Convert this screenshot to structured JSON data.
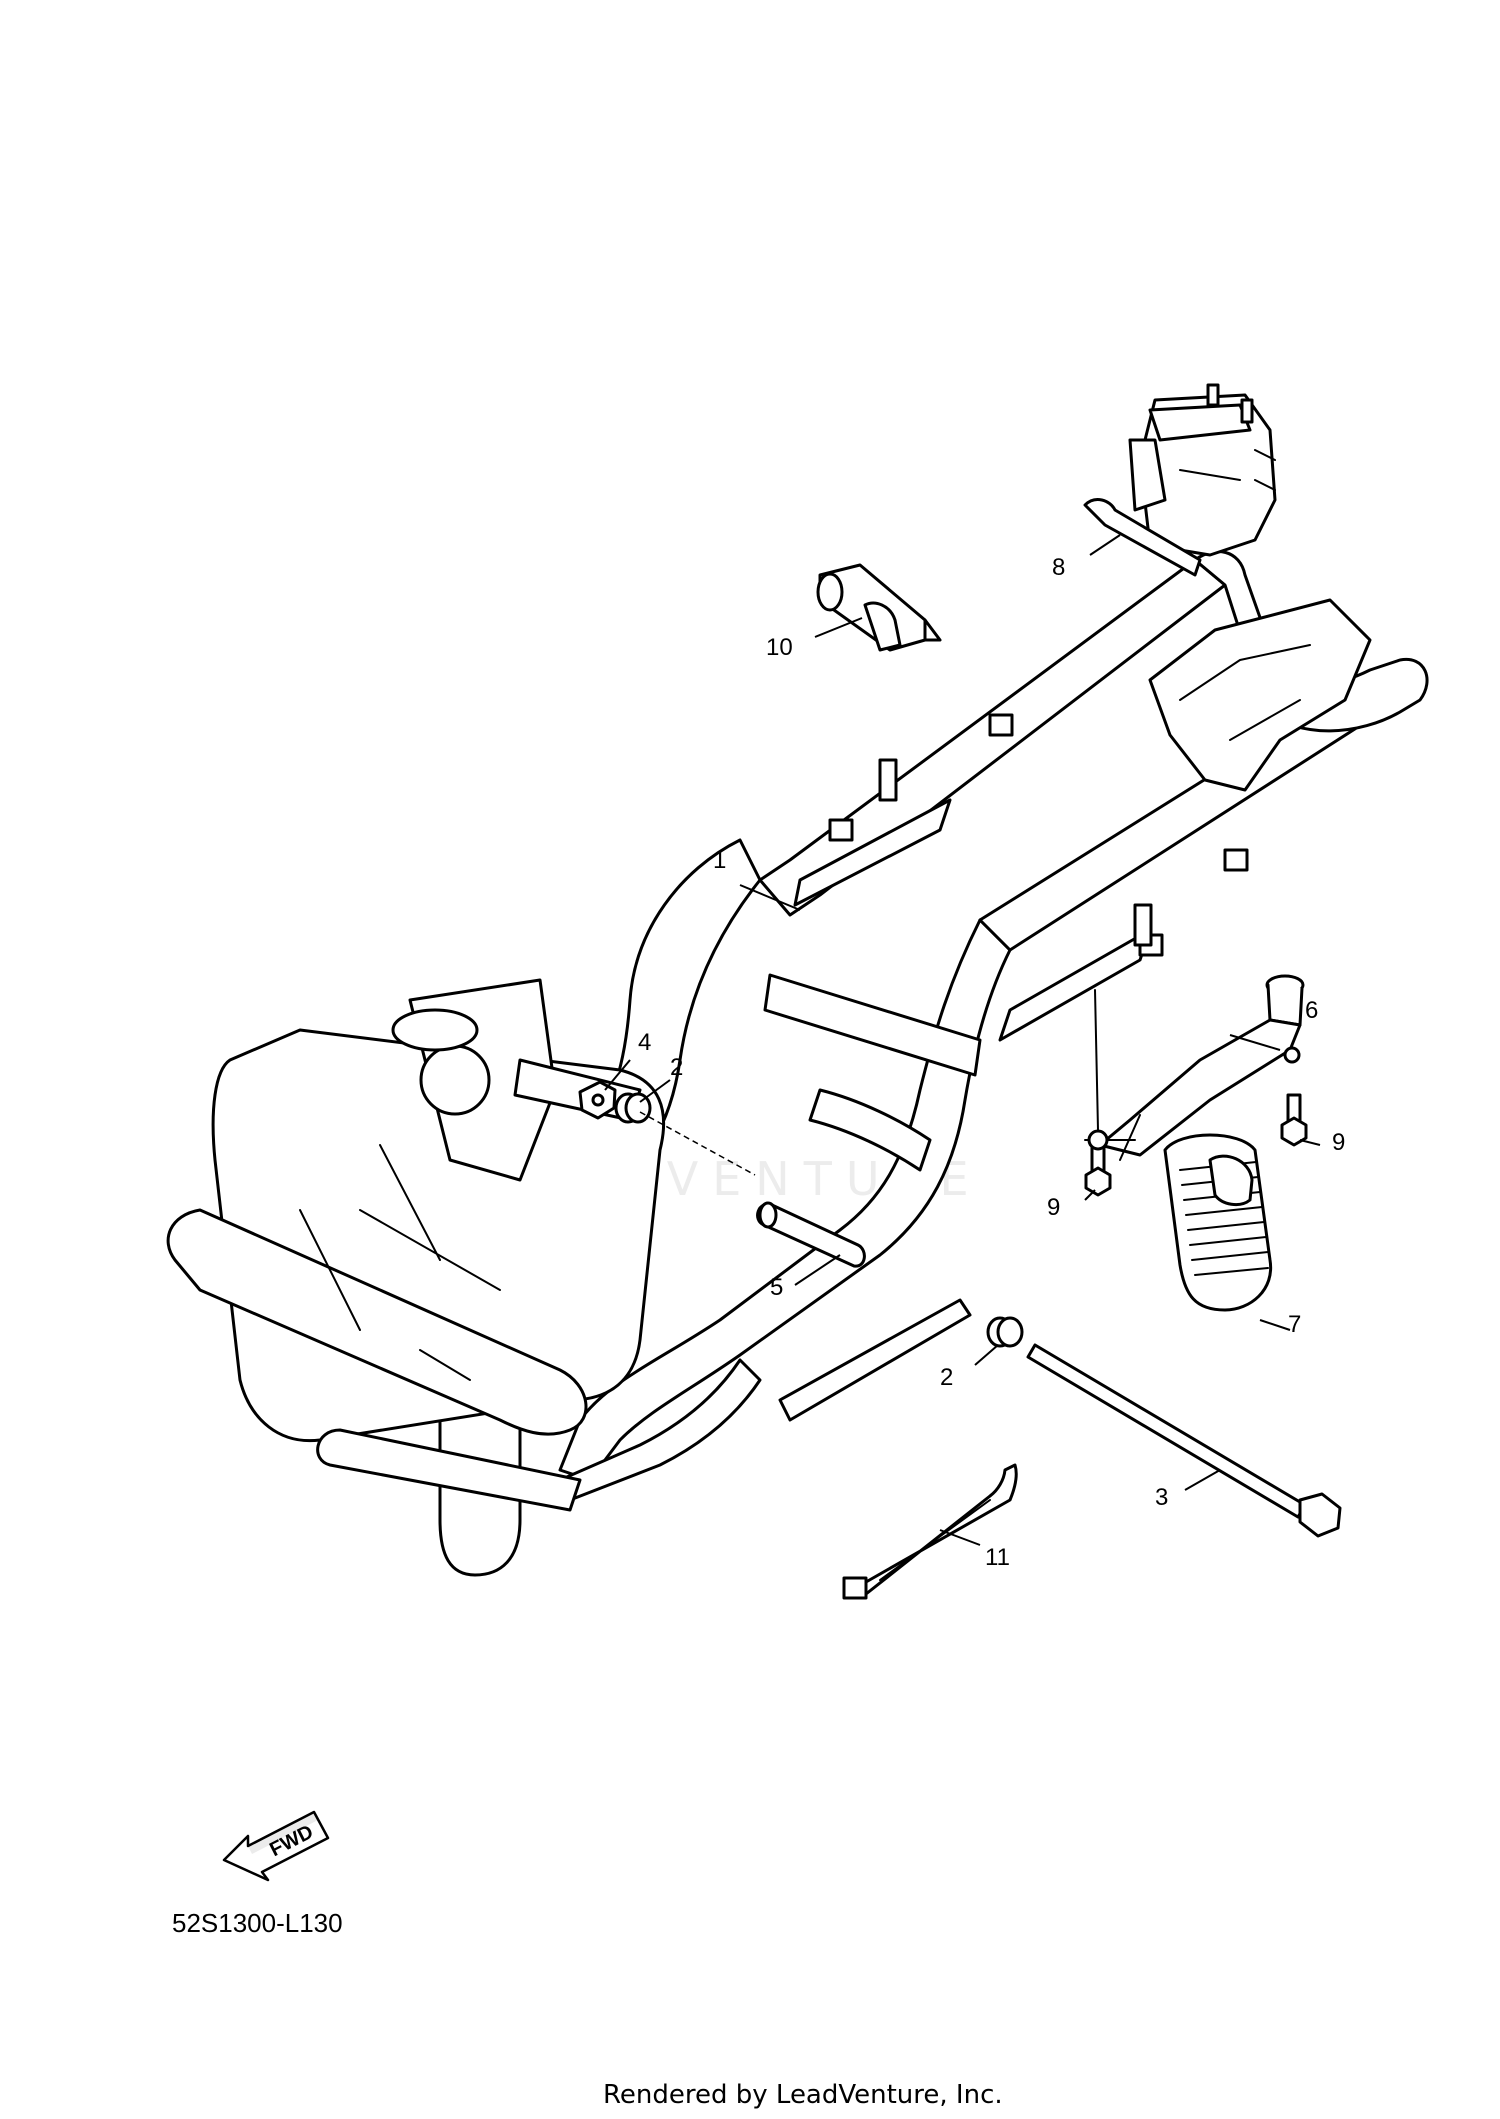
{
  "diagram_code": "52S1300-L130",
  "footer_credit": "Rendered by LeadVenture, Inc.",
  "watermark": "LEADVENTURE",
  "fwd_label": "FWD",
  "callouts": {
    "c1": "1",
    "c2a": "2",
    "c2b": "2",
    "c3": "3",
    "c4": "4",
    "c5": "5",
    "c6": "6",
    "c7": "7",
    "c8": "8",
    "c9a": "9",
    "c9b": "9",
    "c10": "10",
    "c11": "11"
  }
}
